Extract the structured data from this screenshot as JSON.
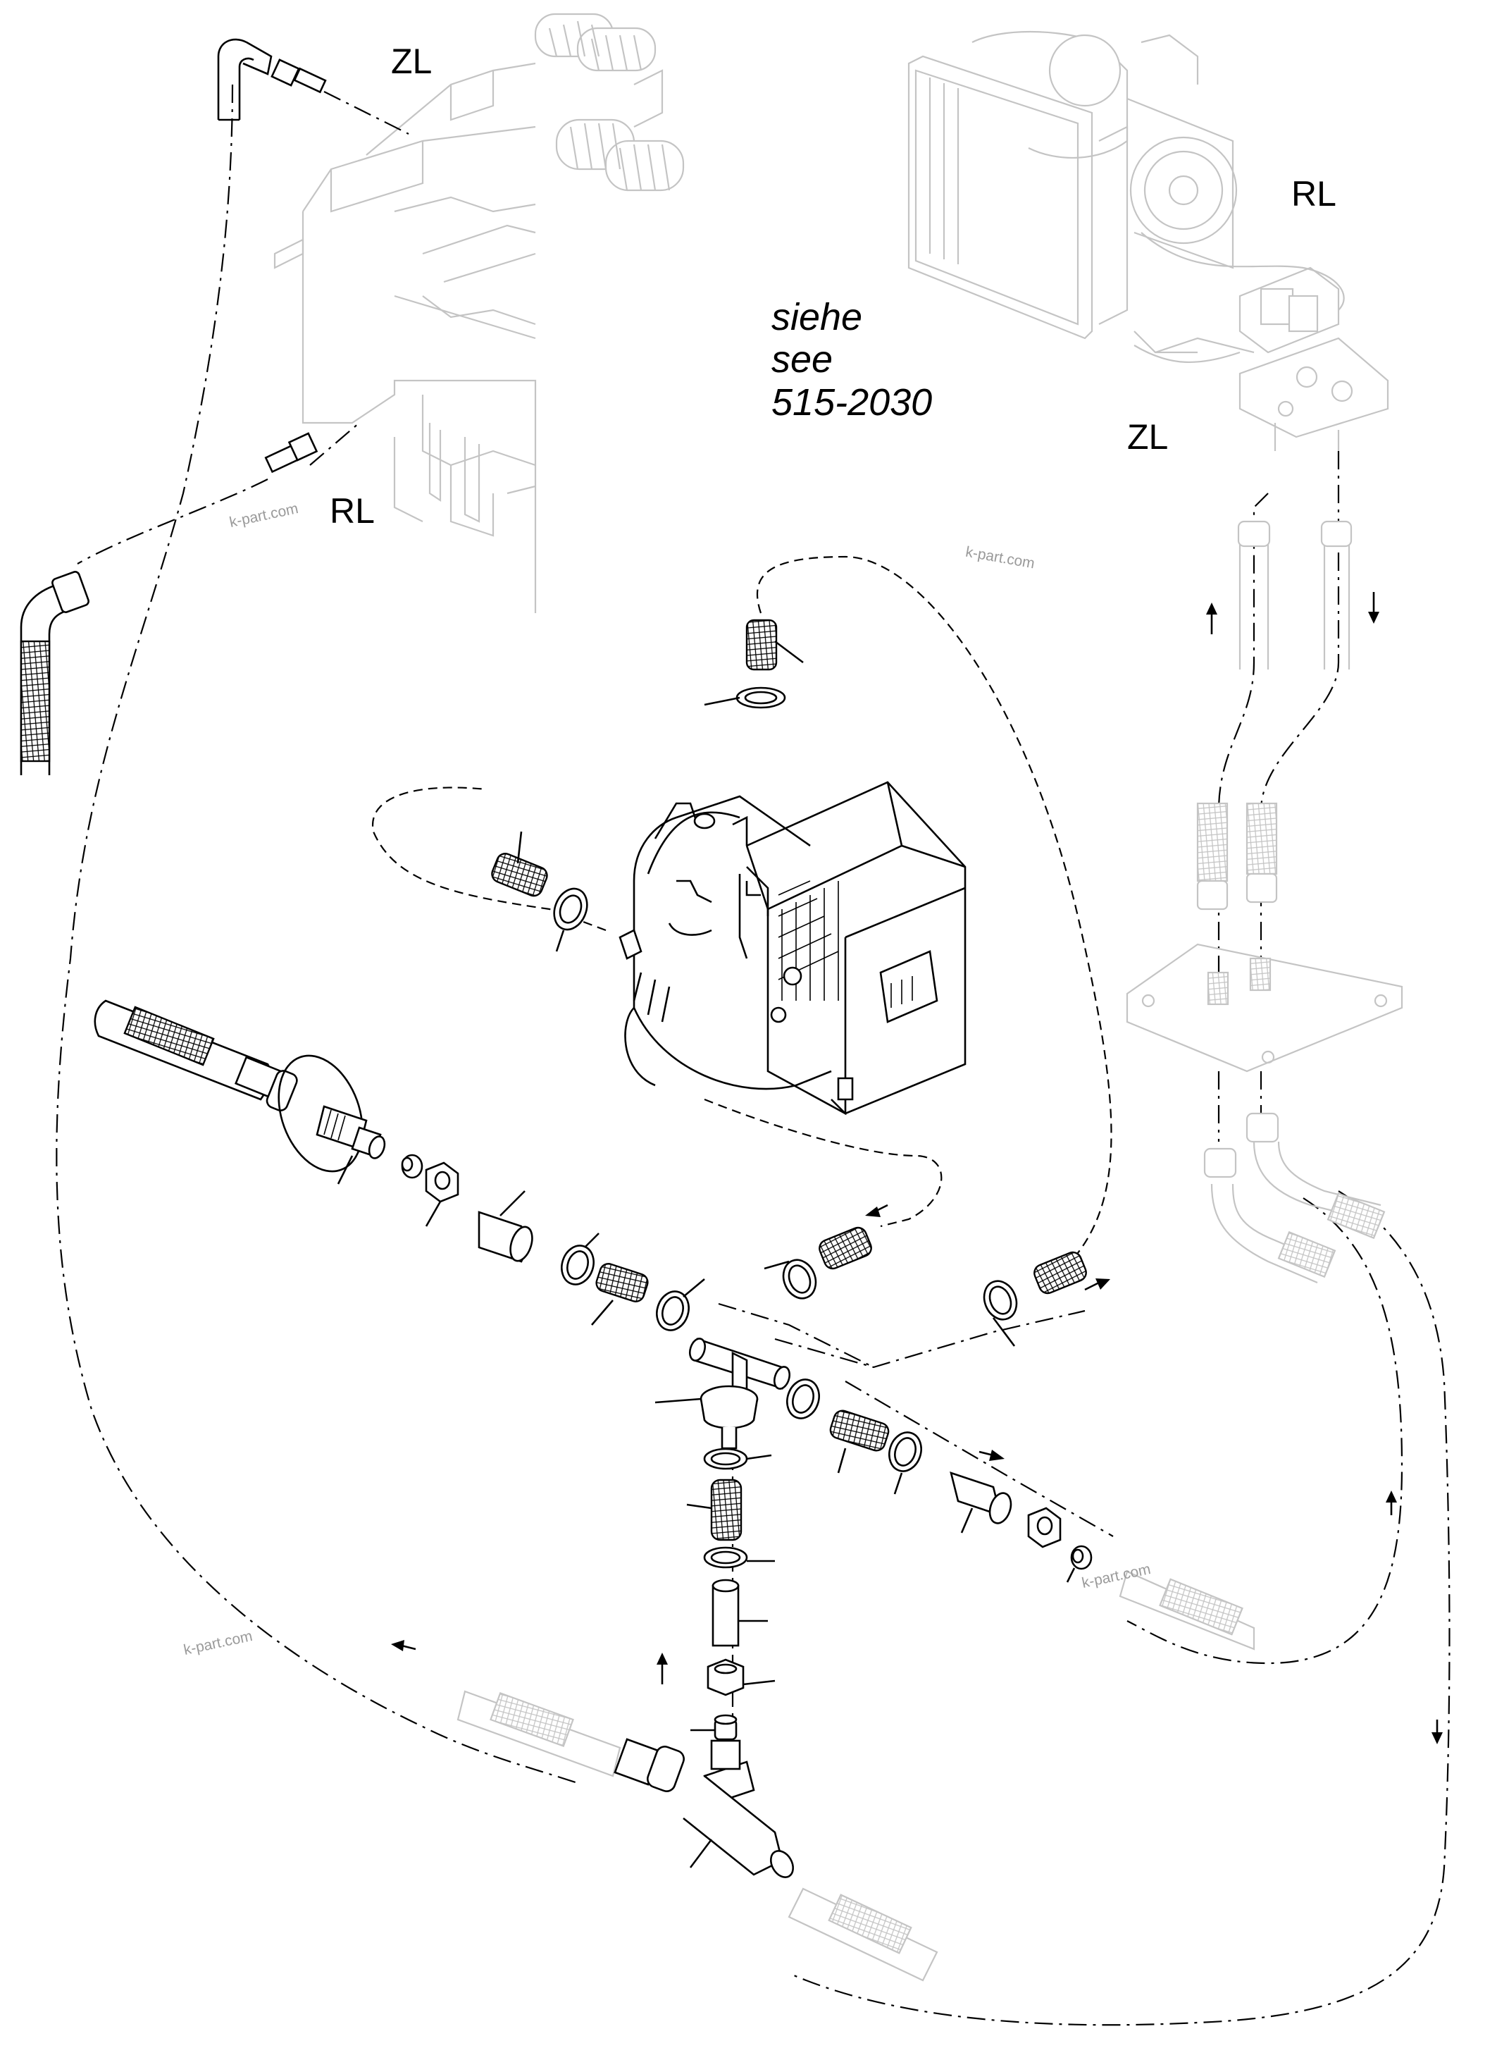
{
  "labels": {
    "zl_top_left": "ZL",
    "rl_left": "RL",
    "rl_top_right": "RL",
    "zl_right": "ZL"
  },
  "reference": {
    "line1": "siehe",
    "line2": "see",
    "line3": "515-2030"
  },
  "watermarks": {
    "w1": "k-part.com",
    "w2": "k-part.com",
    "w3": "k-part.com",
    "w4": "k-part.com"
  },
  "colors": {
    "line": "#000000",
    "ghost_line": "#c4c4c4",
    "background": "#ffffff",
    "watermark": "#9a9a9a"
  }
}
